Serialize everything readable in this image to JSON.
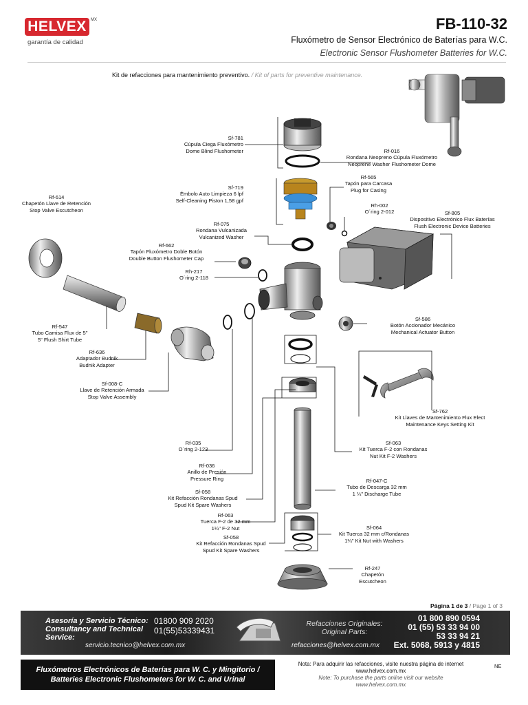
{
  "header": {
    "brand": "HELVEX",
    "brand_mark": "MX",
    "tagline": "garantía de calidad",
    "model": "FB-110-32",
    "title_es": "Fluxómetro de Sensor Electrónico de Baterías para W.C.",
    "title_en": "Electronic Sensor Flushometer Batteries for W.C.",
    "kit_es": "Kit de refacciones para mantenimiento preventivo.",
    "kit_en": "/ Kit of parts for preventive maintenance."
  },
  "parts": [
    {
      "code": "Sf-781",
      "es": "Cúpula Ciega Fluxómetro",
      "en": "Dome Blind Flushometer"
    },
    {
      "code": "Rf-016",
      "es": "Rondana Neopreno Cúpula Fluxómetro",
      "en": "Neoprene Washer Flushometer Dome"
    },
    {
      "code": "Rf-565",
      "es": "Tapón para Carcasa",
      "en": "Plug for Casing"
    },
    {
      "code": "Sf-719",
      "es": "Émbolo Auto Limpieza 6 lpf",
      "en": "Self-Cleaning Piston 1,58 gpf"
    },
    {
      "code": "Rf-614",
      "es": "Chapetón Llave de Retención",
      "en": "Stop Valve Escutcheon"
    },
    {
      "code": "Rh-002",
      "es": "O´ring 2-012",
      "en": ""
    },
    {
      "code": "Sf-805",
      "es": "Dispositivo Electrónico Flux Baterías",
      "en": "Flush Electronic Device Batteries"
    },
    {
      "code": "Rf-075",
      "es": "Rondana Vulcanizada",
      "en": "Vulcanized Washer"
    },
    {
      "code": "Rf-662",
      "es": "Tapón Fluxómetro Doble Botón",
      "en": "Double Button Flushometer Cap"
    },
    {
      "code": "Rh-217",
      "es": "O´ring 2-118",
      "en": ""
    },
    {
      "code": "Sf-586",
      "es": "Botón Accionador Mecánico",
      "en": "Mechanical Actuator Button"
    },
    {
      "code": "Rf-547",
      "es": "Tubo Camisa Flux de 5\"",
      "en": "5\" Flush Shirt Tube"
    },
    {
      "code": "Rf-636",
      "es": "Adaptador Budnik",
      "en": "Budnik Adapter"
    },
    {
      "code": "Sf-008-C",
      "es": "Llave de Retención Armada",
      "en": "Stop Valve Assembly"
    },
    {
      "code": "Sf-762",
      "es": "Kit Llaves de Mantenimiento Flux Elect",
      "en": "Maintenance Keys Setting Kit"
    },
    {
      "code": "Rf-035",
      "es": "O´ring 2-123",
      "en": ""
    },
    {
      "code": "Sf-063",
      "es": "Kit Tuerca F-2 con Rondanas",
      "en": "Nut Kit F-2 Washers"
    },
    {
      "code": "Rf-036",
      "es": "Anillo de Presión",
      "en": "Pressure Ring"
    },
    {
      "code": "Rf-047-C",
      "es": "Tubo de Descarga 32 mm",
      "en": "1 ¼\" Discharge Tube"
    },
    {
      "code": "Sf-058",
      "es": "Kit Refacción Rondanas Spud",
      "en": "Spud Kit Spare Washers"
    },
    {
      "code": "Rf-063",
      "es": "Tuerca F-2 de 32 mm",
      "en": "1¼\" F-2 Nut"
    },
    {
      "code": "Sf-064",
      "es": "Kit Tuerca 32 mm c/Rondanas",
      "en": "1¼\" Kit Nut with Washers"
    },
    {
      "code": "Sf-058",
      "es": "Kit Refacción Rondanas Spud",
      "en": "Spud Kit Spare Washers"
    },
    {
      "code": "Rf-247",
      "es": "Chapetón",
      "en": "Escutcheon"
    }
  ],
  "footer": {
    "page_es": "Página 1 de 3",
    "page_en": "/ Page 1 of 3",
    "service_es": "Asesoría y Servicio Técnico:",
    "service_en1": "Consultancy and Technical",
    "service_en2": "Service:",
    "phone1": "01800 909 2020",
    "phone2": "01(55)53339431",
    "service_email": "servicio.tecnico@helvex.com.mx",
    "parts_es": "Refacciones Originales:",
    "parts_en": "Original Parts:",
    "parts_email": "refacciones@helvex.com.mx",
    "rphone1": "01 800 890 0594",
    "rphone2": "01 (55) 53 33 94 00",
    "rphone3": "53 33 94 21",
    "rphone4": "Ext. 5068, 5913 y 4815",
    "product_es": "Fluxómetros Electrónicos de Baterías para W. C. y Mingitorio /",
    "product_en": "Batteries Electronic Flushometers for W. C. and Urinal",
    "note_es": "Nota: Para adquirir las refacciones, visite nuestra página de internet",
    "note_url1": "www.helvex.com.mx",
    "note_en": "Note: To purchase the parts online visit our website",
    "note_url2": "www.helvex.com.mx",
    "code": "NE"
  }
}
